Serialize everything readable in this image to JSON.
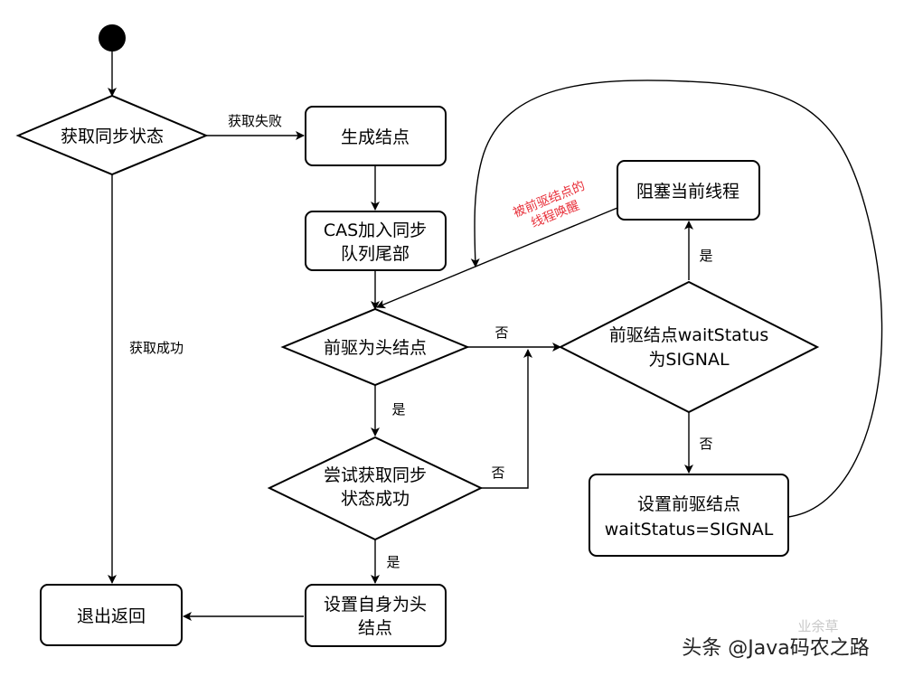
{
  "nodes": {
    "acquire": "获取同步状态",
    "create": "生成结点",
    "cas1": "CAS加入同步",
    "cas2": "队列尾部",
    "prev_head": "前驱为头结点",
    "try1": "尝试获取同步",
    "try2": "状态成功",
    "set_head1": "设置自身为头",
    "set_head2": "结点",
    "exit": "退出返回",
    "block": "阻塞当前线程",
    "check1": "前驱结点waitStatus",
    "check2": "为SIGNAL",
    "set_signal1": "设置前驱结点",
    "set_signal2": "waitStatus=SIGNAL"
  },
  "edges": {
    "fail": "获取失败",
    "success": "获取成功",
    "no1": "否",
    "yes1": "是",
    "no2": "否",
    "yes2": "是",
    "yes3": "是",
    "no3": "否"
  },
  "note": {
    "line1": "被前驱结点的",
    "line2": "线程唤醒",
    "color": "#e8303a"
  },
  "watermark": {
    "brand": "头条 @Java码农之路",
    "faint": "业余草"
  }
}
